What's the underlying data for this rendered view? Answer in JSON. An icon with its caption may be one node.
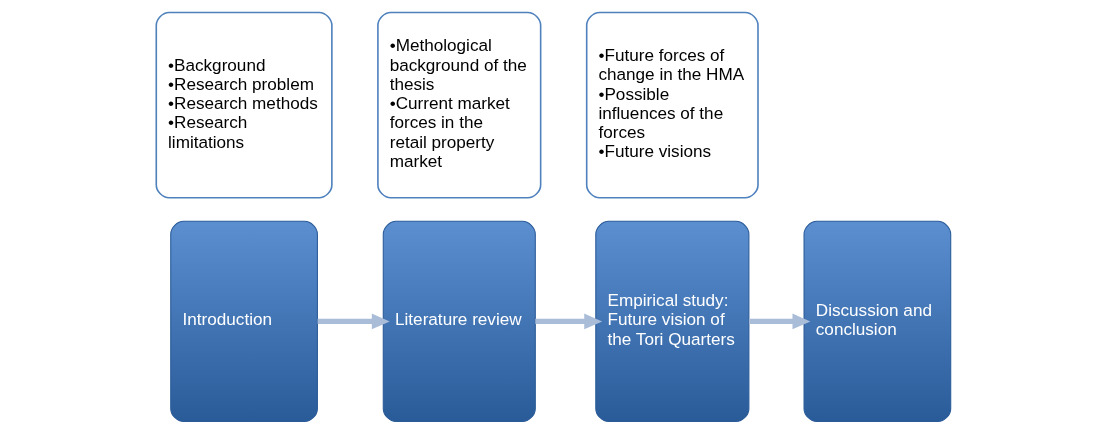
{
  "diagram": {
    "nodes": [
      {
        "text": [
          "Introduction"
        ]
      },
      {
        "text": [
          "•Background",
          "•Research problem",
          "•Research methods",
          "•Research limitations"
        ]
      },
      {
        "text": [
          "Literature review"
        ]
      },
      {
        "text": [
          "•Methological background of the thesis",
          "•Current market forces in the retail property market"
        ]
      },
      {
        "text": [
          "Empirical study:",
          "Future vision of the Tori Quarters"
        ]
      },
      {
        "text": [
          "•Future forces of change in the HMA",
          "•Possible influences of the forces",
          "•Future visions"
        ]
      },
      {
        "text": [
          "Discussion and conclusion"
        ]
      }
    ],
    "edges": [
      {
        "from": 0,
        "to": 2,
        "arrow": "to"
      },
      {
        "from": 2,
        "to": 4,
        "arrow": "to"
      },
      {
        "from": 4,
        "to": 6,
        "arrow": "to"
      }
    ]
  }
}
